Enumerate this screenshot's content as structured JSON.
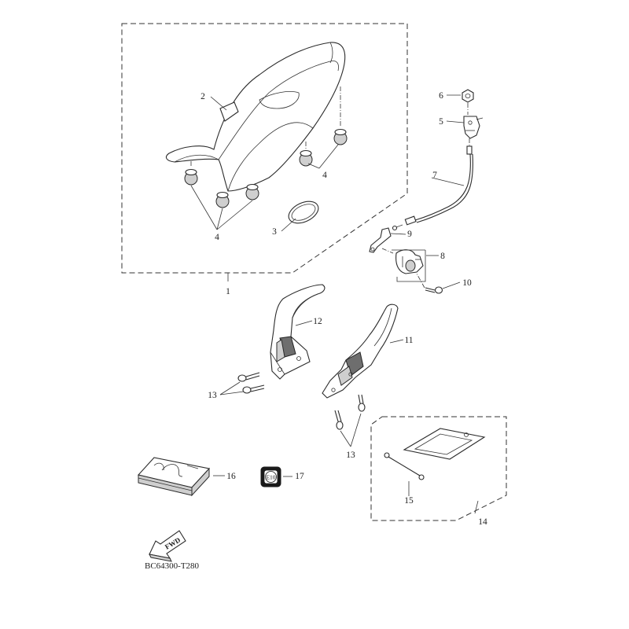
{
  "callouts": [
    "1",
    "2",
    "3",
    "4",
    "4",
    "5",
    "6",
    "7",
    "8",
    "9",
    "10",
    "11",
    "12",
    "13",
    "13",
    "14",
    "15",
    "16",
    "17"
  ],
  "badge_text": "E10",
  "arrow_text": "FWD",
  "diagram_code": "BC64300-T280"
}
